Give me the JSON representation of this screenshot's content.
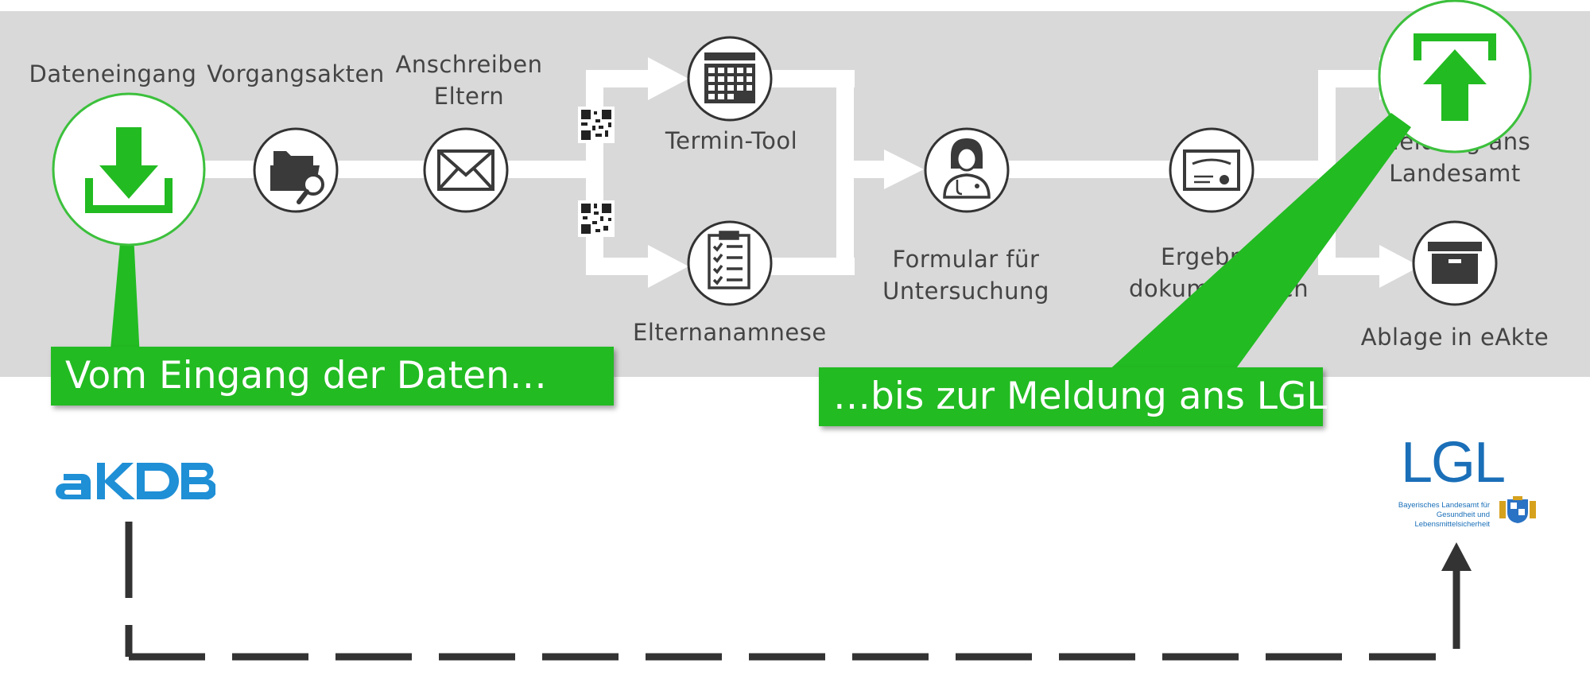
{
  "steps": {
    "dateneingang": "Dateneingang",
    "vorgangsakten": "Vorgangsakten",
    "anschreiben": "Anschreiben\nEltern",
    "termin": "Termin-Tool",
    "elternanamnese": "Elternanamnese",
    "formular": "Formular für\nUntersuchung",
    "ergebnis": "Ergebnis\ndokumentieren",
    "meldung": "Meldung ans\nLandesamt",
    "ablage": "Ablage in eAkte"
  },
  "callouts": {
    "left": "Vom Eingang der Daten…",
    "right": "…bis zur Meldung ans LGL"
  },
  "logos": {
    "akdb": "AKDB",
    "lgl": "LGL",
    "lgl_sub": "Bayerisches Landesamt für\nGesundheit und Lebensmittelsicherheit"
  },
  "colors": {
    "accent_green": "#22bb22",
    "band_gray": "#d9d9d9",
    "icon_dark": "#3a3a3a",
    "akdb_blue": "#1f8fd6",
    "lgl_blue": "#1a6fb8"
  },
  "icons": [
    "download-icon",
    "folder-search-icon",
    "envelope-icon",
    "qr-code-icon",
    "calendar-icon",
    "checklist-icon",
    "doctor-icon",
    "certificate-icon",
    "upload-icon",
    "archive-box-icon"
  ]
}
